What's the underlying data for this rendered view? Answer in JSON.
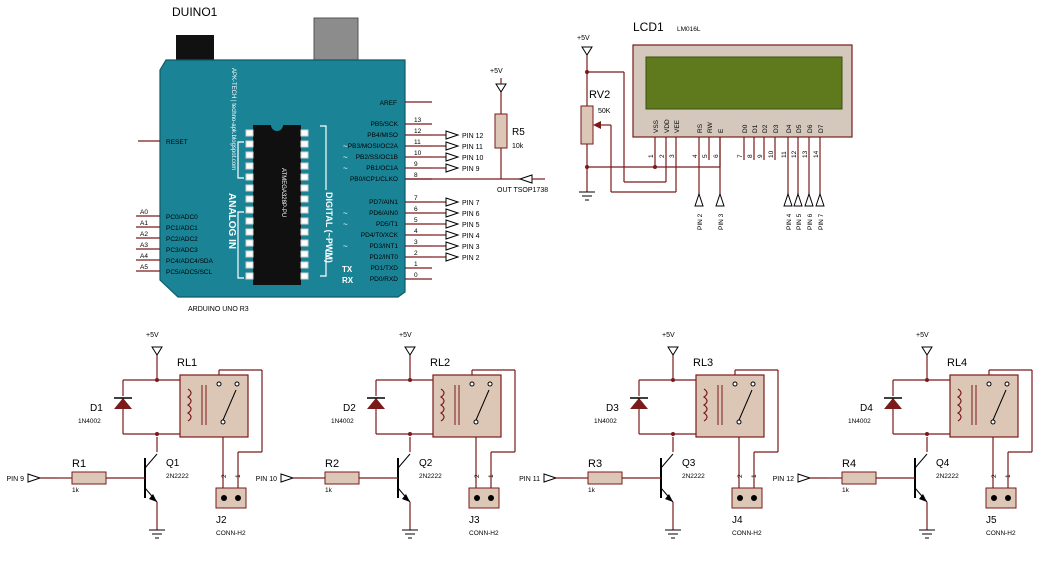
{
  "arduino": {
    "ref": "DUINO1",
    "model": "ARDUINO UNO R3",
    "chip": "ATMEGA328P-PU",
    "analog_title": "ANALOG IN",
    "digital_title": "DIGITAL (~PWM)",
    "brand": "APK-TECH | techno-apk.blogspot.com",
    "reset": "RESET",
    "aref": "AREF",
    "tx": "TX",
    "rx": "RX",
    "analog_pins": [
      {
        "tag": "A0",
        "label": "PC0/ADC0"
      },
      {
        "tag": "A1",
        "label": "PC1/ADC1"
      },
      {
        "tag": "A2",
        "label": "PC2/ADC2"
      },
      {
        "tag": "A3",
        "label": "PC3/ADC3"
      },
      {
        "tag": "A4",
        "label": "PC4/ADC4/SDA"
      },
      {
        "tag": "A5",
        "label": "PC5/ADC5/SCL"
      }
    ],
    "digital_top": [
      {
        "num": "13",
        "label": "PB5/SCK",
        "tilde": "",
        "net": ""
      },
      {
        "num": "12",
        "label": "PB4/MISO",
        "tilde": "",
        "net": "PIN 12"
      },
      {
        "num": "11",
        "label": "PB3/MOSI/OC2A",
        "tilde": "~",
        "net": "PIN 11"
      },
      {
        "num": "10",
        "label": "PB2/SS/OC1B",
        "tilde": "~",
        "net": "PIN 10"
      },
      {
        "num": "9",
        "label": "PB1/OC1A",
        "tilde": "~",
        "net": "PIN 9"
      },
      {
        "num": "8",
        "label": "PB0/ICP1/CLKO",
        "tilde": "",
        "net": ""
      }
    ],
    "digital_bottom": [
      {
        "num": "7",
        "label": "PD7/AIN1",
        "tilde": "",
        "net": "PIN 7"
      },
      {
        "num": "6",
        "label": "PD6/AIN0",
        "tilde": "~",
        "net": "PIN 6"
      },
      {
        "num": "5",
        "label": "PD5/T1",
        "tilde": "~",
        "net": "PIN 5"
      },
      {
        "num": "4",
        "label": "PD4/T0/XCK",
        "tilde": "",
        "net": "PIN 4"
      },
      {
        "num": "3",
        "label": "PD3/INT1",
        "tilde": "~",
        "net": "PIN 3"
      },
      {
        "num": "2",
        "label": "PD2/INT0",
        "tilde": "",
        "net": "PIN 2"
      },
      {
        "num": "1",
        "label": "PD1/TXD",
        "tilde": "",
        "net": ""
      },
      {
        "num": "0",
        "label": "PD0/RXD",
        "tilde": "",
        "net": ""
      }
    ]
  },
  "r5": {
    "ref": "R5",
    "value": "10k",
    "supply": "+5V",
    "out_label": "OUT TSOP1738"
  },
  "lcd": {
    "ref": "LCD1",
    "model": "LM016L",
    "pins": [
      {
        "name": "VSS",
        "num": "1"
      },
      {
        "name": "VDD",
        "num": "2"
      },
      {
        "name": "VEE",
        "num": "3"
      },
      {
        "name": "RS",
        "num": "4"
      },
      {
        "name": "RW",
        "num": "5"
      },
      {
        "name": "E",
        "num": "6"
      },
      {
        "name": "D0",
        "num": "7"
      },
      {
        "name": "D1",
        "num": "8"
      },
      {
        "name": "D2",
        "num": "9"
      },
      {
        "name": "D3",
        "num": "10"
      },
      {
        "name": "D4",
        "num": "11"
      },
      {
        "name": "D5",
        "num": "12"
      },
      {
        "name": "D6",
        "num": "13"
      },
      {
        "name": "D7",
        "num": "14"
      }
    ],
    "nets": [
      {
        "pin": "RS",
        "net": "PIN 2"
      },
      {
        "pin": "E",
        "net": "PIN 3"
      },
      {
        "pin": "D4",
        "net": "PIN 4"
      },
      {
        "pin": "D5",
        "net": "PIN 5"
      },
      {
        "pin": "D6",
        "net": "PIN 6"
      },
      {
        "pin": "D7",
        "net": "PIN 7"
      }
    ]
  },
  "rv2": {
    "ref": "RV2",
    "value": "50K",
    "supply": "+5V"
  },
  "relays": [
    {
      "supply": "+5V",
      "diode": "D1",
      "diode_part": "1N4002",
      "relay": "RL1",
      "res": "R1",
      "res_val": "1k",
      "transistor": "Q1",
      "trans_part": "2N2222",
      "input": "PIN 9",
      "conn": "J2",
      "conn_part": "CONN-H2",
      "pin_a": "2",
      "pin_b": "1"
    },
    {
      "supply": "+5V",
      "diode": "D2",
      "diode_part": "1N4002",
      "relay": "RL2",
      "res": "R2",
      "res_val": "1k",
      "transistor": "Q2",
      "trans_part": "2N2222",
      "input": "PIN 10",
      "conn": "J3",
      "conn_part": "CONN-H2",
      "pin_a": "2",
      "pin_b": "1"
    },
    {
      "supply": "+5V",
      "diode": "D3",
      "diode_part": "1N4002",
      "relay": "RL3",
      "res": "R3",
      "res_val": "1k",
      "transistor": "Q3",
      "trans_part": "2N2222",
      "input": "PIN 11",
      "conn": "J4",
      "conn_part": "CONN-H2",
      "pin_a": "2",
      "pin_b": "1"
    },
    {
      "supply": "+5V",
      "diode": "D4",
      "diode_part": "1N4002",
      "relay": "RL4",
      "res": "R4",
      "res_val": "1k",
      "transistor": "Q4",
      "trans_part": "2N2222",
      "input": "PIN 12",
      "conn": "J5",
      "conn_part": "CONN-H2",
      "pin_a": "2",
      "pin_b": "1"
    }
  ],
  "colors": {
    "board": "#1a8496",
    "board_edge": "#0f5a68",
    "chip": "#101010",
    "wire": "#7a1a1a",
    "lcd_body": "#d4c8bd",
    "lcd_screen": "#5f7a1d",
    "part_fill": "#dcc7b7",
    "usb": "#8c8c8c",
    "jack": "#111111"
  }
}
